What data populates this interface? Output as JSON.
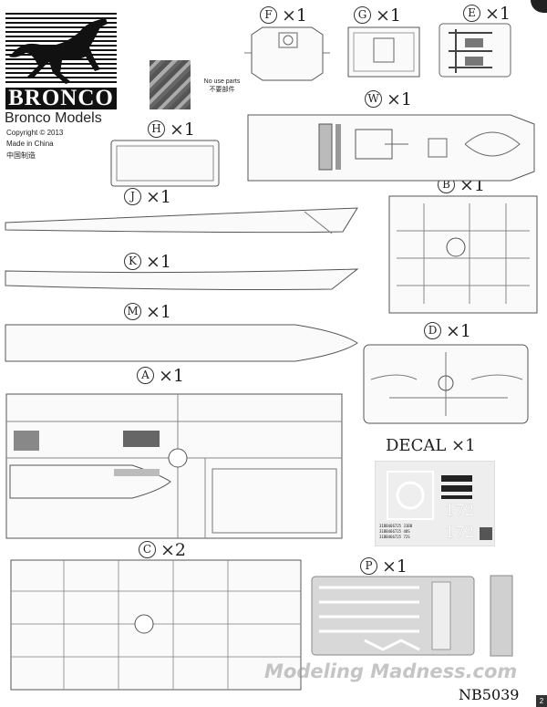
{
  "brand": {
    "logo_text": "BRONCO",
    "name": "Bronco Models",
    "copyright": "Copyright © 2013",
    "made_in": "Made in China",
    "made_in_cn": "中国制造"
  },
  "no_use": {
    "text": "No use parts",
    "text_cn": "不要部件"
  },
  "sprues": [
    {
      "letter": "F",
      "qty": "×1"
    },
    {
      "letter": "G",
      "qty": "×1"
    },
    {
      "letter": "E",
      "qty": "×1"
    },
    {
      "letter": "W",
      "qty": "×1"
    },
    {
      "letter": "H",
      "qty": "×1"
    },
    {
      "letter": "J",
      "qty": "×1"
    },
    {
      "letter": "K",
      "qty": "×1"
    },
    {
      "letter": "B",
      "qty": "×1"
    },
    {
      "letter": "M",
      "qty": "×1"
    },
    {
      "letter": "D",
      "qty": "×1"
    },
    {
      "letter": "A",
      "qty": "×1"
    },
    {
      "letter": "C",
      "qty": "×2"
    },
    {
      "letter": "P",
      "qty": "×1"
    }
  ],
  "decal": {
    "label": "DECAL ×1",
    "numbers": [
      "172",
      "172"
    ],
    "codes": [
      "31BB466725 31BB",
      "31BB466725 48S",
      "31BB466725 72S"
    ]
  },
  "product_code": "NB5039",
  "watermark": "Modeling Madness.com",
  "page_number": "2"
}
